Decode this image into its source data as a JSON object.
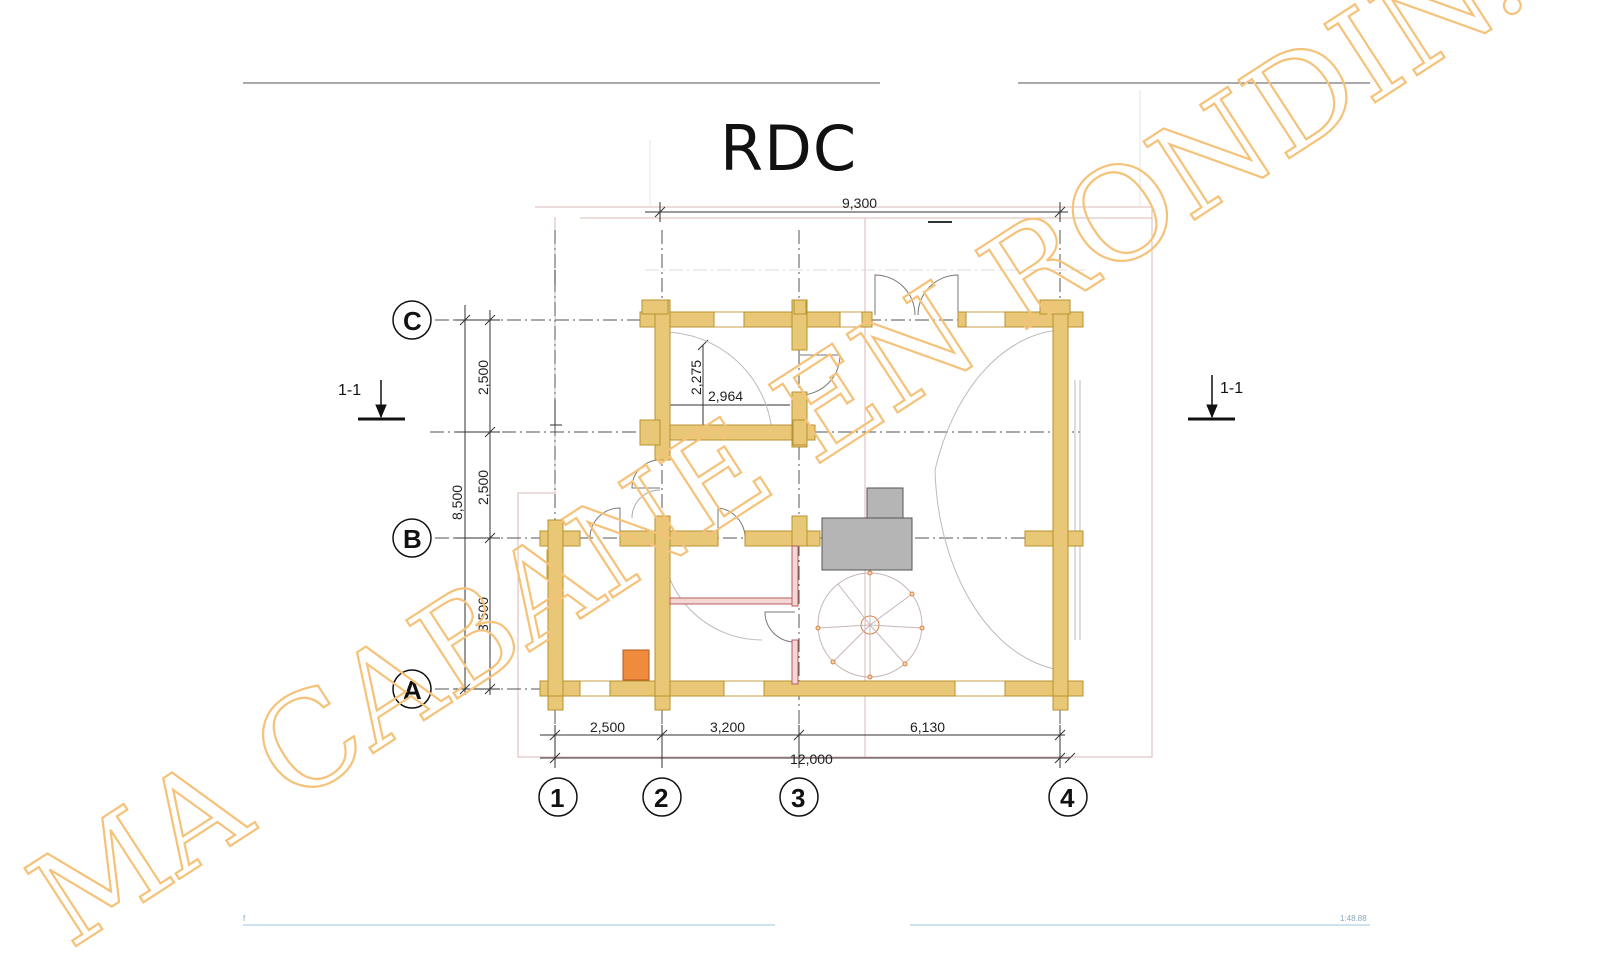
{
  "title": "RDC",
  "watermark": "MA CABANE EN RONDIN.FR",
  "footer_scale": "1:48.88",
  "footer_left": "f",
  "section_marks": {
    "left": "1-1",
    "right": "1-1"
  },
  "axes": {
    "columns": [
      "1",
      "2",
      "3",
      "4"
    ],
    "rows": [
      "C",
      "B",
      "A"
    ]
  },
  "dimensions": {
    "top_overall": "9,300",
    "bottom_spans": [
      "2,500",
      "3,200",
      "6,130"
    ],
    "bottom_overall": "12,000",
    "left_spans": [
      "2,500",
      "2,500",
      "3,500"
    ],
    "left_overall": "8,500",
    "room_width": "2,964",
    "room_depth": "2,275"
  },
  "colors": {
    "log": "#e8c877",
    "log_edge": "#b8922f",
    "watermark": "#f5c27a",
    "hearth": "#b5b5b5",
    "stove": "#f08a3c",
    "partition": "#d98c8c"
  }
}
